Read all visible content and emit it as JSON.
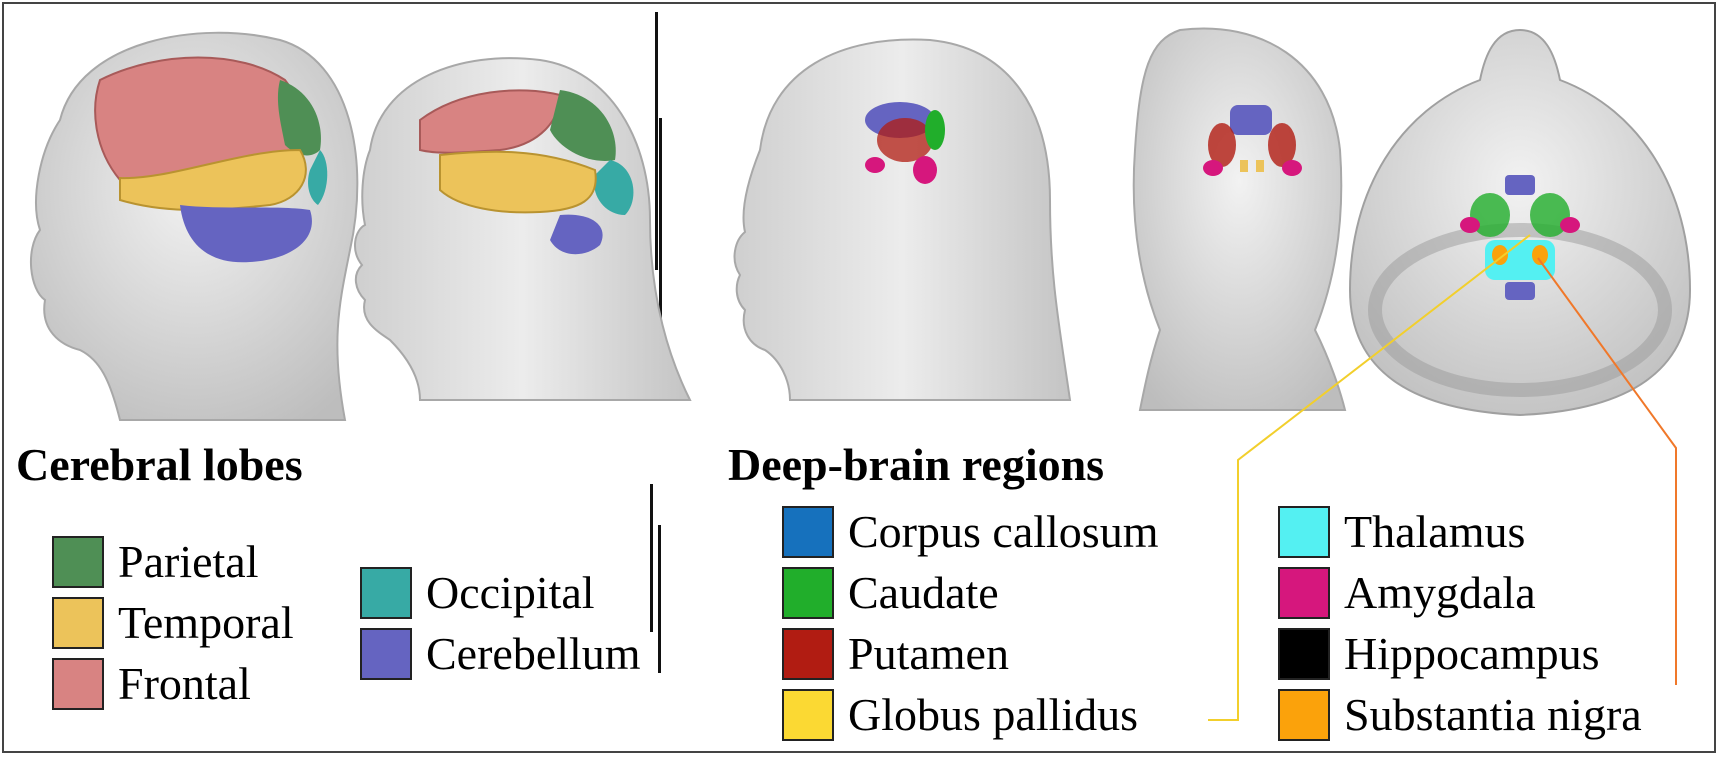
{
  "cerebral": {
    "title": "Cerebral lobes",
    "items": [
      {
        "label": "Parietal",
        "color": "#4f8f55"
      },
      {
        "label": "Temporal",
        "color": "#ecc35a"
      },
      {
        "label": "Frontal",
        "color": "#d88382"
      },
      {
        "label": "Occipital",
        "color": "#37aaa5"
      },
      {
        "label": "Cerebellum",
        "color": "#6564c1"
      }
    ]
  },
  "deep": {
    "title": "Deep-brain regions",
    "items": [
      {
        "label": "Corpus callosum",
        "color": "#1671bd"
      },
      {
        "label": "Caudate",
        "color": "#21ae2b"
      },
      {
        "label": "Putamen",
        "color": "#b11c12"
      },
      {
        "label": "Globus pallidus",
        "color": "#fbd933"
      },
      {
        "label": "Thalamus",
        "color": "#54f0f2"
      },
      {
        "label": "Amygdala",
        "color": "#d6177d"
      },
      {
        "label": "Hippocampus",
        "color": "#000000"
      },
      {
        "label": "Substantia nigra",
        "color": "#fba20b"
      }
    ]
  },
  "leader_colors": {
    "globus_pallidus": "#f2cf2c",
    "substantia_nigra": "#f0782a"
  }
}
